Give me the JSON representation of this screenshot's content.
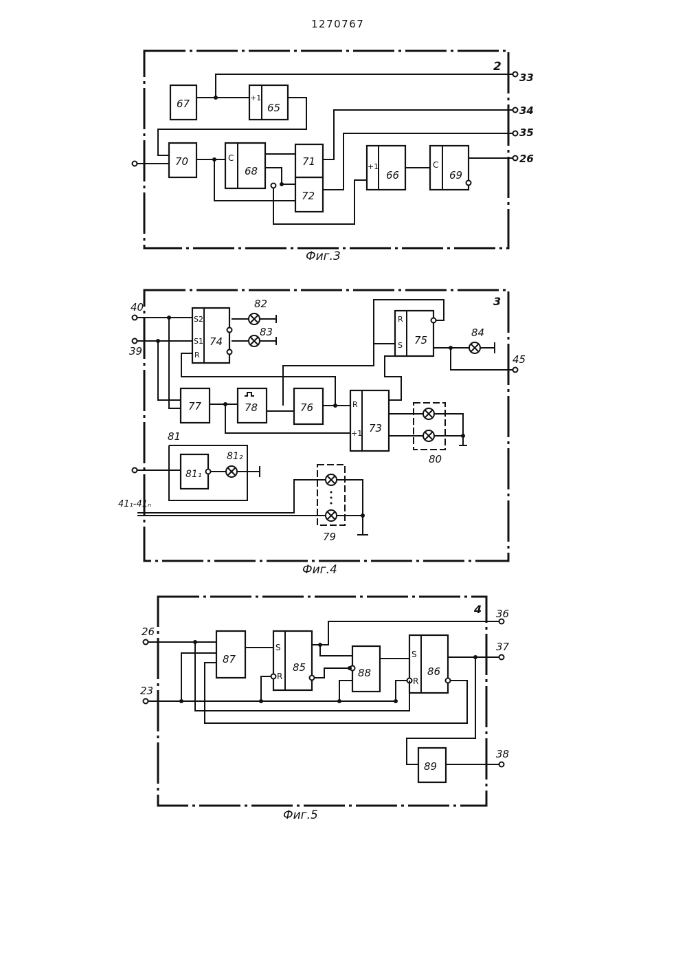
{
  "patent_number": "1270767",
  "figures": [
    {
      "caption": "Фиг.3",
      "block_id": "2",
      "terminals": [
        "33",
        "34",
        "35",
        "26"
      ],
      "blocks": [
        {
          "id": "67",
          "label": "67"
        },
        {
          "id": "65",
          "label": "65",
          "input_label": "+1"
        },
        {
          "id": "70",
          "label": "70"
        },
        {
          "id": "68",
          "label": "68",
          "input_label": "C"
        },
        {
          "id": "71",
          "label": "71"
        },
        {
          "id": "72",
          "label": "72"
        },
        {
          "id": "66",
          "label": "66",
          "input_label": "+1"
        },
        {
          "id": "69",
          "label": "69",
          "input_label": "C"
        }
      ]
    },
    {
      "caption": "Фиг.4",
      "block_id": "3",
      "terminals": [
        "40",
        "39",
        "45",
        "41₁-41ₙ"
      ],
      "blocks": [
        {
          "id": "74",
          "label": "74",
          "input_labels": [
            "S2",
            "S1",
            "R"
          ]
        },
        {
          "id": "75",
          "label": "75",
          "input_labels": [
            "R",
            "S"
          ]
        },
        {
          "id": "77",
          "label": "77"
        },
        {
          "id": "78",
          "label": "78"
        },
        {
          "id": "76",
          "label": "76"
        },
        {
          "id": "73",
          "label": "73",
          "input_labels": [
            "R",
            "+1"
          ]
        },
        {
          "id": "81",
          "label": "81"
        },
        {
          "id": "81_1",
          "label": "81₁"
        }
      ],
      "lamps": [
        "82",
        "83",
        "84",
        "81₂",
        "80",
        "79"
      ]
    },
    {
      "caption": "Фиг.5",
      "block_id": "4",
      "terminals": [
        "26",
        "23",
        "36",
        "37",
        "38"
      ],
      "blocks": [
        {
          "id": "87",
          "label": "87"
        },
        {
          "id": "85",
          "label": "85",
          "input_labels": [
            "S",
            "R"
          ]
        },
        {
          "id": "88",
          "label": "88"
        },
        {
          "id": "86",
          "label": "86",
          "input_labels": [
            "S",
            "R"
          ]
        },
        {
          "id": "89",
          "label": "89"
        }
      ]
    }
  ]
}
